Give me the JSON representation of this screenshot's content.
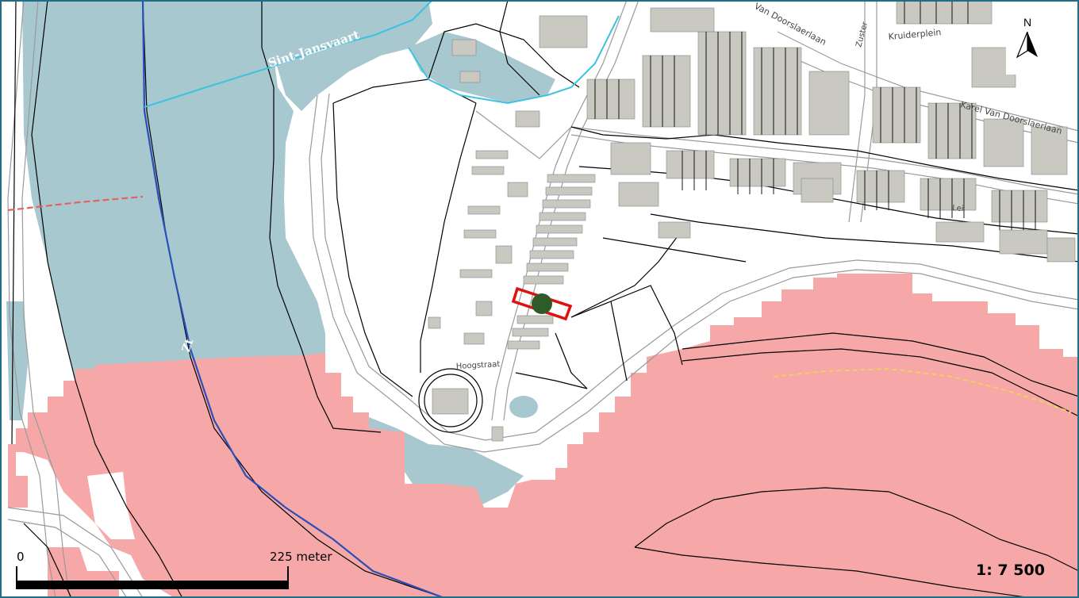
{
  "map": {
    "colors": {
      "background": "#ffffff",
      "water": "#a8c8d0",
      "flood_zone": "#f6a8a8",
      "building": "#c9c9c1",
      "parcel_line": "#000000",
      "boundary_blue": "#2a4fb8",
      "boundary_cyan": "#3fc3e0",
      "marker_red": "#e01010",
      "marker_green": "#2f5a2a",
      "frame": "#1f6e86"
    },
    "street_labels": {
      "waterway": "Sint-Jansvaart",
      "street_a": "Van Doorslaerlaan",
      "street_b": "Kruiderplein",
      "street_c": "Karel Van Doorslaerlaan",
      "street_d": "Zuster",
      "street_e": "Lei",
      "street_f": "Hoogstraat",
      "water_mark": "Zt"
    },
    "north": {
      "label": "N",
      "icon": "north-arrow-icon"
    },
    "scale": {
      "start_label": "0",
      "end_label": "225 meter",
      "ratio_label": "1: 7 500"
    }
  }
}
